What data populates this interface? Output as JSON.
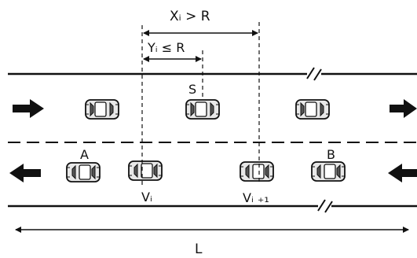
{
  "labels": {
    "x_condition": "Xᵢ > R",
    "y_condition": "Yᵢ ≤ R",
    "vehicle_s": "S",
    "vehicle_a": "A",
    "vehicle_b": "B",
    "vehicle_vi": "Vᵢ",
    "vehicle_vi1": "Vᵢ ₊₁",
    "length_l": "L"
  },
  "icons": {
    "car": "car-icon",
    "arrow_right": "arrow-right-icon",
    "arrow_left": "arrow-left-icon",
    "break_mark": "road-break-icon"
  },
  "colors": {
    "ink": "#111111",
    "car_body": "#e8e8e8",
    "background": "#ffffff"
  }
}
